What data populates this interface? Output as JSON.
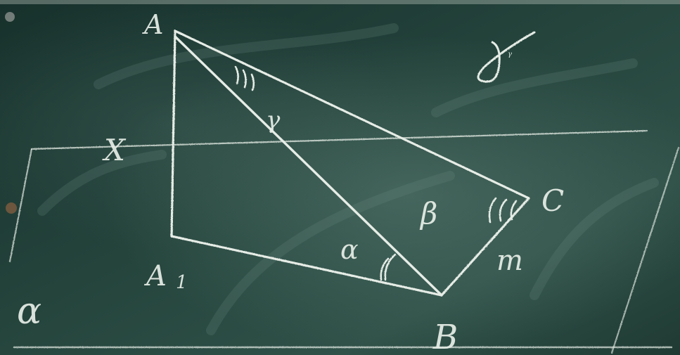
{
  "board": {
    "colors": {
      "board_dark": "#17302b",
      "board_mid": "#24443c",
      "board_light": "#3c5f55",
      "chalk": "#e9efe9"
    },
    "labels": {
      "vertex_a": "A",
      "vertex_a1": "A",
      "vertex_a1_subscript": "1",
      "vertex_b": "B",
      "vertex_c": "C",
      "segment_x": "X",
      "segment_m": "m",
      "plane_alpha": "α",
      "plane_gamma": "γ",
      "angle_gamma": "γ",
      "angle_alpha": "α",
      "angle_beta": "β"
    }
  }
}
